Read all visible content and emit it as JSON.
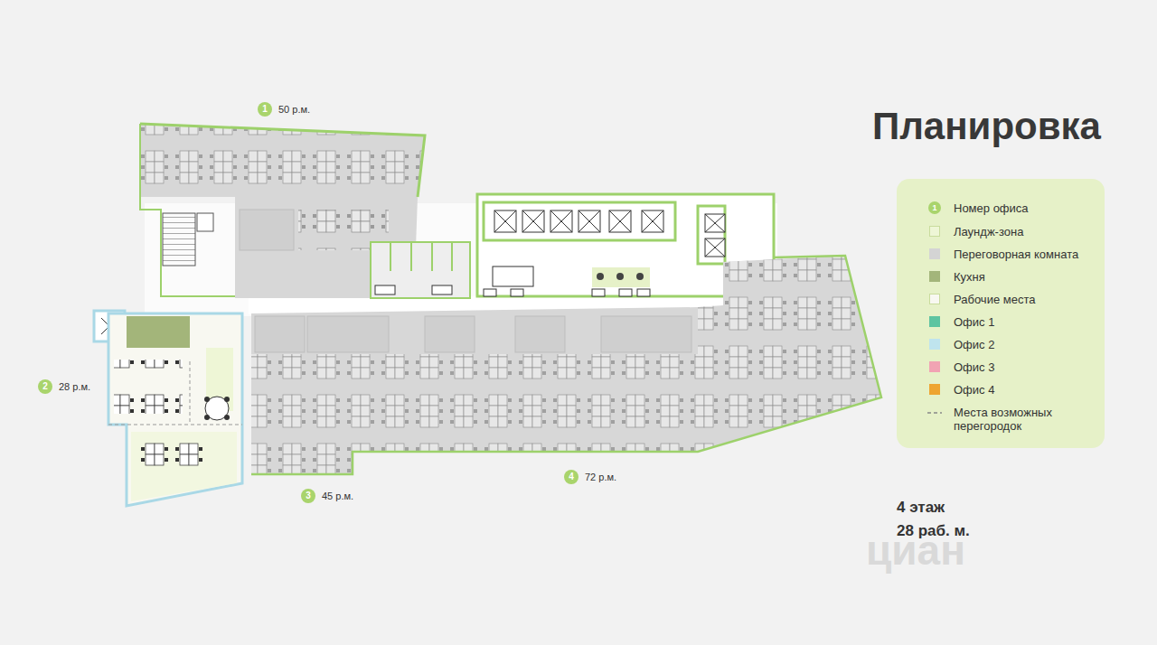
{
  "diagram": {
    "title": "Планировка",
    "nodes": [
      {
        "text": [
          "1",
          "50 р.м."
        ]
      },
      {
        "text": [
          "2",
          "28 р.м."
        ]
      },
      {
        "text": [
          "3",
          "45 р.м."
        ]
      },
      {
        "text": [
          "4",
          "72 р.м."
        ]
      }
    ],
    "labels": [
      "1",
      "4 этаж",
      "28 раб. м.",
      "циан"
    ],
    "legend": [
      {
        "text": "Номер офиса"
      },
      {
        "text": "Лаундж-зона",
        "color": "#eef6d6"
      },
      {
        "text": "Переговорная комната",
        "color": "#d4d4d4"
      },
      {
        "text": "Кухня",
        "color": "#a3b57a"
      },
      {
        "text": "Рабочие места",
        "color": "#f8f8f1"
      },
      {
        "text": "Офис 1",
        "color": "#5ec4a1"
      },
      {
        "text": "Офис 2",
        "color": "#bfe4ee"
      },
      {
        "text": "Офис 3",
        "color": "#f1a3b3"
      },
      {
        "text": "Офис 4",
        "color": "#eea531"
      },
      {
        "text": "Места возможных перегородок"
      }
    ]
  }
}
